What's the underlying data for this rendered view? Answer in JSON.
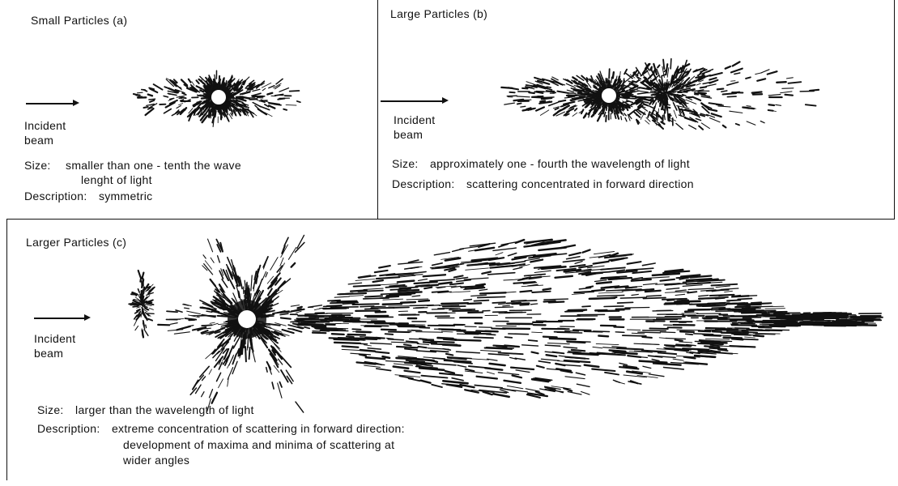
{
  "panel_a": {
    "title": "Small Particles (a)",
    "incident_line1": "Incident",
    "incident_line2": "beam",
    "size_label": "Size:",
    "size_text_1": "smaller than one - tenth the wave",
    "size_text_2": "lenght of light",
    "description_label": "Description:",
    "description_text": "symmetric"
  },
  "panel_b": {
    "title": "Large Particles (b)",
    "incident_line1": "Incident",
    "incident_line2": "beam",
    "size_label": "Size:",
    "size_text": "approximately one - fourth the wavelength of light",
    "description_label": "Description:",
    "description_text": "scattering concentrated in forward direction"
  },
  "panel_c": {
    "title": "Larger Particles (c)",
    "incident_line1": "Incident",
    "incident_line2": "beam",
    "size_label": "Size:",
    "size_text": "larger than the wavelength of light",
    "description_label": "Description:",
    "description_text_1": "extreme concentration of scattering in forward direction:",
    "description_text_2": "development of maxima and minima of scattering at",
    "description_text_3": "wider angles"
  },
  "colors": {
    "ink": "#111111",
    "background": "#ffffff"
  }
}
